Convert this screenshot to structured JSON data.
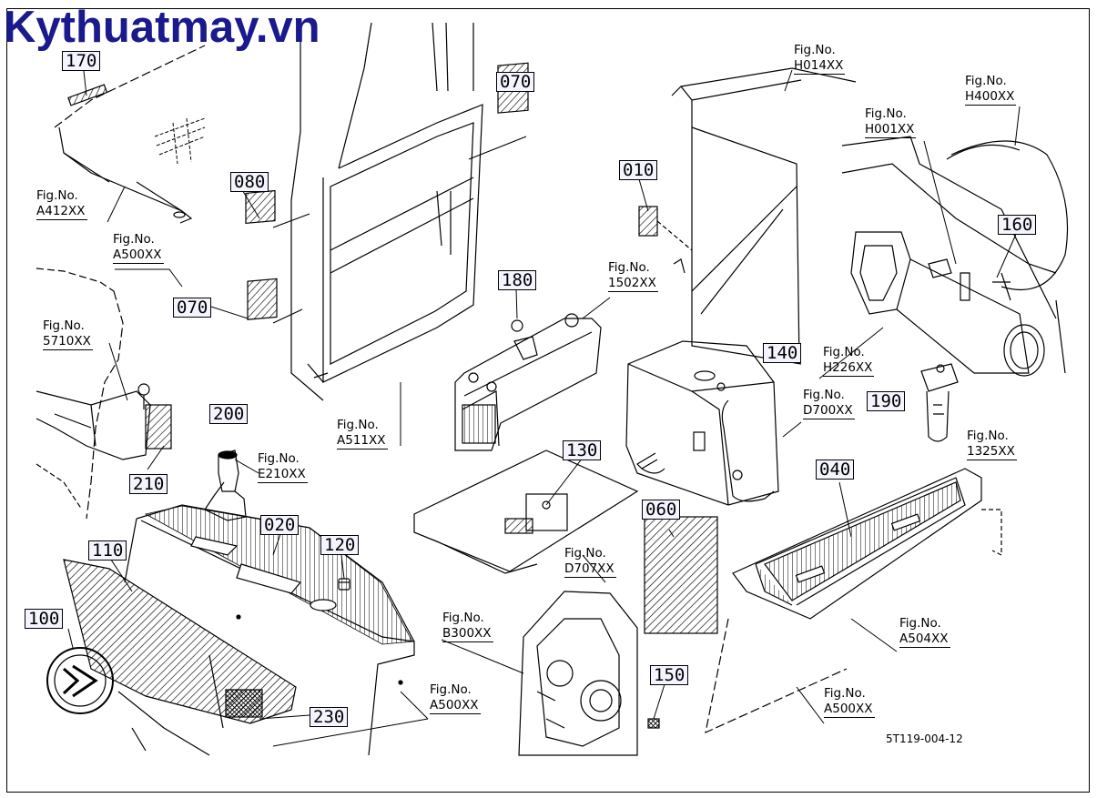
{
  "watermark": "Kythuatmay.vn",
  "drawing_code": "5T119-004-12",
  "parts": [
    {
      "id": "p170",
      "label": "170"
    },
    {
      "id": "p070a",
      "label": "070"
    },
    {
      "id": "p080",
      "label": "080"
    },
    {
      "id": "p070b",
      "label": "070"
    },
    {
      "id": "p010",
      "label": "010"
    },
    {
      "id": "p180",
      "label": "180"
    },
    {
      "id": "p160",
      "label": "160"
    },
    {
      "id": "p140",
      "label": "140"
    },
    {
      "id": "p190",
      "label": "190"
    },
    {
      "id": "p200",
      "label": "200"
    },
    {
      "id": "p210",
      "label": "210"
    },
    {
      "id": "p020",
      "label": "020"
    },
    {
      "id": "p120",
      "label": "120"
    },
    {
      "id": "p110",
      "label": "110"
    },
    {
      "id": "p100",
      "label": "100"
    },
    {
      "id": "p230",
      "label": "230"
    },
    {
      "id": "p130",
      "label": "130"
    },
    {
      "id": "p060",
      "label": "060"
    },
    {
      "id": "p040",
      "label": "040"
    },
    {
      "id": "p150",
      "label": "150"
    }
  ],
  "figures": [
    {
      "id": "f1",
      "prefix": "Fig.No.",
      "ref": "A412XX"
    },
    {
      "id": "f2",
      "prefix": "Fig.No.",
      "ref": "A500XX"
    },
    {
      "id": "f3",
      "prefix": "Fig.No.",
      "ref": "5710XX"
    },
    {
      "id": "f4",
      "prefix": "Fig.No.",
      "ref": "A511XX"
    },
    {
      "id": "f5",
      "prefix": "Fig.No.",
      "ref": "1502XX"
    },
    {
      "id": "f6",
      "prefix": "Fig.No.",
      "ref": "H014XX"
    },
    {
      "id": "f7",
      "prefix": "Fig.No.",
      "ref": "H001XX"
    },
    {
      "id": "f8",
      "prefix": "Fig.No.",
      "ref": "H400XX"
    },
    {
      "id": "f9",
      "prefix": "Fig.No.",
      "ref": "H226XX"
    },
    {
      "id": "f10",
      "prefix": "Fig.No.",
      "ref": "D700XX"
    },
    {
      "id": "f11",
      "prefix": "Fig.No.",
      "ref": "1325XX"
    },
    {
      "id": "f12",
      "prefix": "Fig.No.",
      "ref": "E210XX"
    },
    {
      "id": "f13",
      "prefix": "Fig.No.",
      "ref": "D707XX"
    },
    {
      "id": "f14",
      "prefix": "Fig.No.",
      "ref": "B300XX"
    },
    {
      "id": "f15",
      "prefix": "Fig.No.",
      "ref": "A500XX"
    },
    {
      "id": "f16",
      "prefix": "Fig.No.",
      "ref": "A504XX"
    },
    {
      "id": "f17",
      "prefix": "Fig.No.",
      "ref": "A500XX"
    }
  ]
}
